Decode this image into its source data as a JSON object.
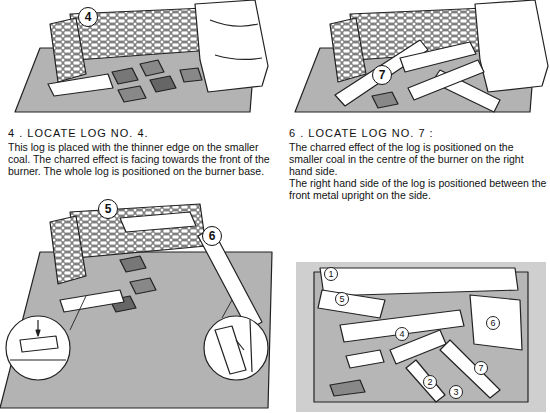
{
  "diagram": {
    "labels": [
      "4",
      "7",
      "4 . LOCATE LOG NO. 4.",
      "This log is placed with the thinner edge on the smaller coal. The charred effect is facing towards the front of the burner. The whole log is positioned on the burner base.",
      "6 . LOCATE LOG NO. 7 :",
      "The charred effect of the log is positioned on the smaller coal in the centre of the burner on the right hand side.",
      "The right hand side of the log is positioned between the front metal upright on the side.",
      "5",
      "6",
      "1",
      "5",
      "4",
      "2",
      "3",
      "6",
      "7"
    ]
  }
}
